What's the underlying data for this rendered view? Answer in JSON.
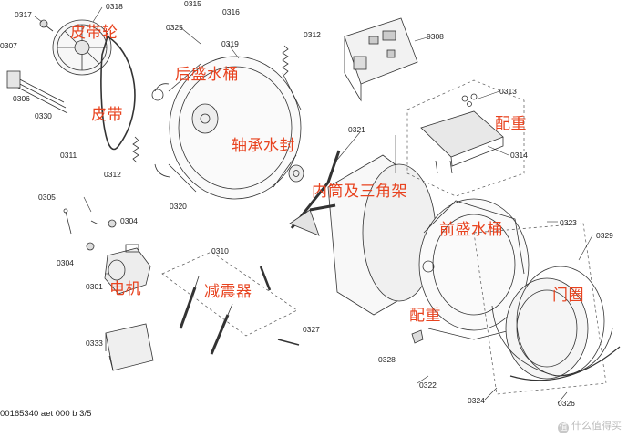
{
  "part_numbers": {
    "p0315": "0315",
    "p0316": "0316",
    "p0317": "0317",
    "p0318": "0318",
    "p0307": "0307",
    "p0306": "0306",
    "p0330": "0330",
    "p0311": "0311",
    "p0312a": "0312",
    "p0312b": "0312",
    "p0319": "0319",
    "p0325": "0325",
    "p0308": "0308",
    "p0313": "0313",
    "p0314": "0314",
    "p0320": "0320",
    "p0321": "0321",
    "p0305": "0305",
    "p0304a": "0304",
    "p0304b": "0304",
    "p0301": "0301",
    "p0310": "0310",
    "p0333": "0333",
    "p0327": "0327",
    "p0323": "0323",
    "p0329": "0329",
    "p0328": "0328",
    "p0322": "0322",
    "p0324": "0324",
    "p0326": "0326"
  },
  "labels_cn": {
    "pulley": "皮带轮",
    "belt": "皮带",
    "rear_tub": "后盛水桶",
    "bearing_seal": "轴承水封",
    "drum_spider": "内筒及三角架",
    "counterweight_top": "配重",
    "front_tub": "前盛水桶",
    "motor": "电机",
    "damper": "减震器",
    "counterweight_bottom": "配重",
    "door_ring": "门圈"
  },
  "footer": {
    "code": "00165340 aet 000 b 3/5"
  },
  "watermark": {
    "text": "什么值得买",
    "logo": "值"
  },
  "colors": {
    "annotation": "#e8431f",
    "line": "#333333",
    "dash": "#555555"
  }
}
